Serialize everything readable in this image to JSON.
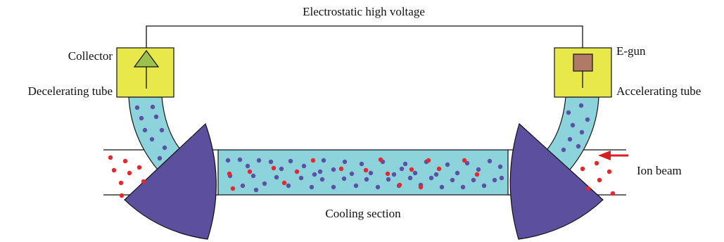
{
  "labels": {
    "voltage": "Electrostatic high voltage",
    "collector": "Collector",
    "decelerating_tube": "Decelerating tube",
    "e_gun": "E-gun",
    "accelerating_tube": "Accelerating tube",
    "ion_beam": "Ion beam",
    "cooling_section": "Cooling section"
  },
  "colors": {
    "electron_fill": "#8dd3dc",
    "box_fill": "#e8e84a",
    "bend_fill": "#5b4f9e",
    "electron_particle": "#5b4fa6",
    "ion_particle": "#e8262b",
    "collector_symbol": "#9bc24c",
    "egun_symbol": "#b07a66",
    "arrow": "#d42020"
  },
  "icons": {
    "collector": "triangle-collector-icon",
    "e_gun": "square-cathode-icon",
    "ion_beam_direction": "left-arrow-icon"
  }
}
